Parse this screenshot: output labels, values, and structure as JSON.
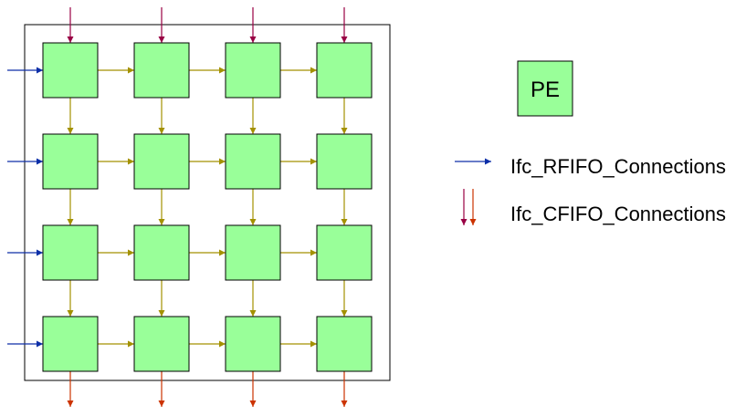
{
  "legend": {
    "pe_label": "PE",
    "rfifo_label": "Ifc_RFIFO_Connections",
    "cfifo_label": "Ifc_CFIFO_Connections"
  },
  "grid": {
    "rows": 4,
    "cols": 4
  },
  "colors": {
    "pe_fill": "#99ff99",
    "pe_stroke": "#000000",
    "internal_arrow": "#a39100",
    "rfifo_arrow": "#0d2fa8",
    "cfifo_in_arrow": "#990044",
    "cfifo_out_arrow": "#cc3300",
    "frame": "#000000"
  }
}
